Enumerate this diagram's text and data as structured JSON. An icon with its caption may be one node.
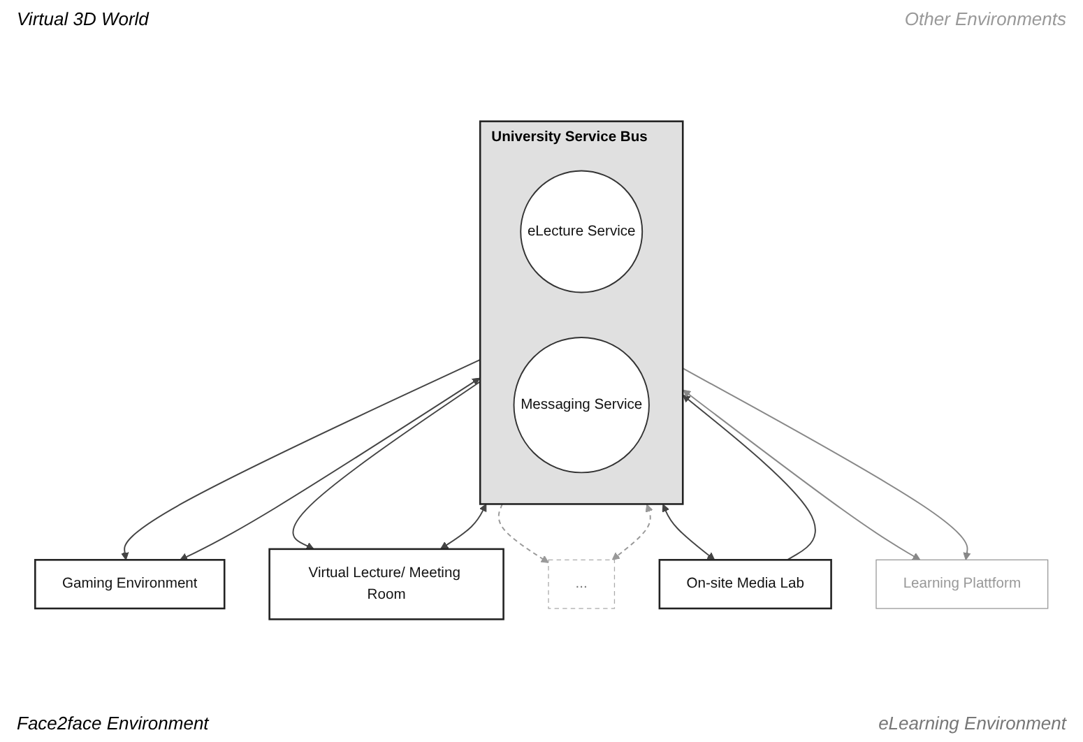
{
  "diagram": {
    "nodes": [
      {
        "text": [
          "Gaming Environment"
        ]
      },
      {
        "text": [
          "Virtual Lecture/ Meeting Room"
        ]
      },
      {
        "text": [
          "University Service Bus"
        ]
      },
      {
        "text": [
          "eLecture Service"
        ],
        "in": 2
      },
      {
        "text": [
          "Messaging Service"
        ],
        "in": 2
      },
      {
        "text": [
          "..."
        ]
      },
      {
        "text": [
          "On-site Media Lab"
        ]
      },
      {
        "text": [
          "Learning Plattform"
        ]
      }
    ],
    "edges": [
      {
        "from": 2,
        "to": 0,
        "arrow": "to"
      },
      {
        "from": 2,
        "to": 0,
        "arrow": "both"
      },
      {
        "from": 1,
        "to": 2,
        "arrow": "both"
      },
      {
        "from": 2,
        "to": 1,
        "arrow": "to"
      },
      {
        "from": 2,
        "to": 5,
        "arrow": "to",
        "style": "dashed",
        "color": "#999999"
      },
      {
        "from": 2,
        "to": 5,
        "arrow": "both",
        "style": "dashed",
        "color": "#999999"
      },
      {
        "from": 6,
        "to": 2,
        "arrow": "to"
      },
      {
        "from": 2,
        "to": 6,
        "arrow": "both"
      },
      {
        "from": 2,
        "to": 7,
        "arrow": "both",
        "color": "#888888"
      },
      {
        "from": 2,
        "to": 7,
        "arrow": "to",
        "color": "#888888"
      }
    ],
    "labels": [
      "Virtual 3D World",
      "Other Environments",
      "Face2face Environment",
      "eLearning Environment"
    ]
  }
}
